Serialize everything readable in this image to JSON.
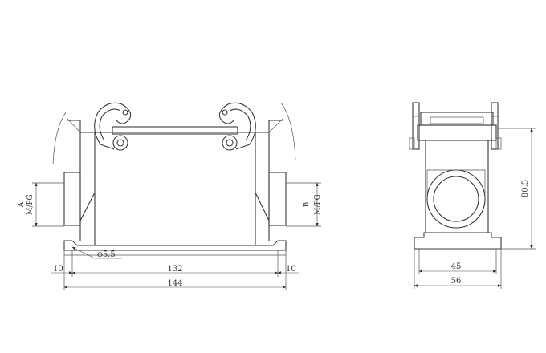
{
  "front_view": {
    "hole_label": "ϕ5.5",
    "inner_width": "132",
    "overall_width": "144",
    "left_offset": "10",
    "right_offset": "10",
    "left_entry_letter": "A",
    "left_entry_thread": "M/PG",
    "right_entry_letter": "B",
    "right_entry_thread": "M/PG"
  },
  "side_view": {
    "height": "80.5",
    "mount_width": "45",
    "base_width": "56"
  }
}
